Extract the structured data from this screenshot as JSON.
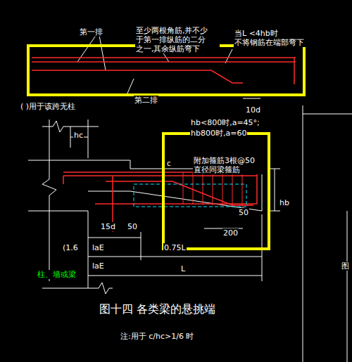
{
  "diagram": {
    "title": "图十四 各类梁的悬挑端",
    "caption": "注:用于 c/hc>1/6 时",
    "nodes": [
      {
        "text": [
          "第一排",
          "至少两根角筋,并不少 于第一排纵筋的二分 之一,其余纵筋弯下",
          "当L <4hb时 不将钢筋在端部弯下"
        ]
      },
      {
        "text": [
          "附加箍筋3根@50 直径同梁箍筋",
          "50",
          "200",
          "hb"
        ]
      }
    ],
    "labels": [
      "第二排",
      "10d",
      "( )用于该跨无柱",
      "hc",
      "hb<800时,a=45°;",
      "hb800时,a=60",
      "c",
      "15d",
      "50",
      "(1.6",
      "laE",
      "laE",
      "0.75L",
      "L",
      "柱、墙或梁",
      "图"
    ]
  }
}
